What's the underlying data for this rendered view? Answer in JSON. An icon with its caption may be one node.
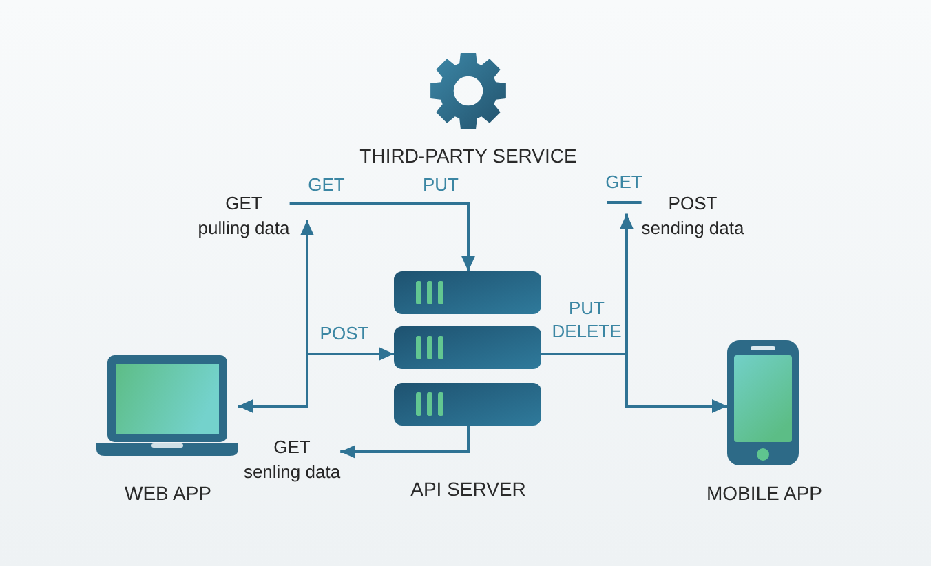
{
  "diagram": {
    "nodes": [
      {
        "text": [],
        "shape": "picture",
        "beside": [
          "THIRD-PARTY SERVICE"
        ]
      },
      {
        "text": [
          "GET",
          "pulling data"
        ]
      },
      {
        "text": [
          "POST",
          "sending data"
        ]
      },
      {
        "text": [],
        "shape": "picture",
        "beside": [
          "WEB APP"
        ]
      },
      {
        "text": [],
        "shape": "picture",
        "beside": [
          "API SERVER"
        ]
      },
      {
        "text": [],
        "shape": "picture",
        "beside": [
          "MOBILE APP"
        ]
      },
      {
        "text": [
          "GET",
          "senling data"
        ]
      }
    ],
    "edges": [
      {
        "from": 1,
        "to": 4,
        "arrow": "to",
        "label": "GET"
      },
      {
        "from": null,
        "to": 2,
        "arrow": "none",
        "label": "GET"
      },
      {
        "from": 3,
        "to": 4,
        "arrow": "both",
        "label": "POST"
      },
      {
        "from": 3,
        "to": 1,
        "arrow": "both"
      },
      {
        "from": 4,
        "to": 5,
        "arrow": "to",
        "label": "PUT DELETE"
      },
      {
        "from": 4,
        "to": 2,
        "arrow": "to"
      },
      {
        "from": 4,
        "to": 6,
        "arrow": "to"
      }
    ],
    "labels": [
      "PUT"
    ]
  }
}
